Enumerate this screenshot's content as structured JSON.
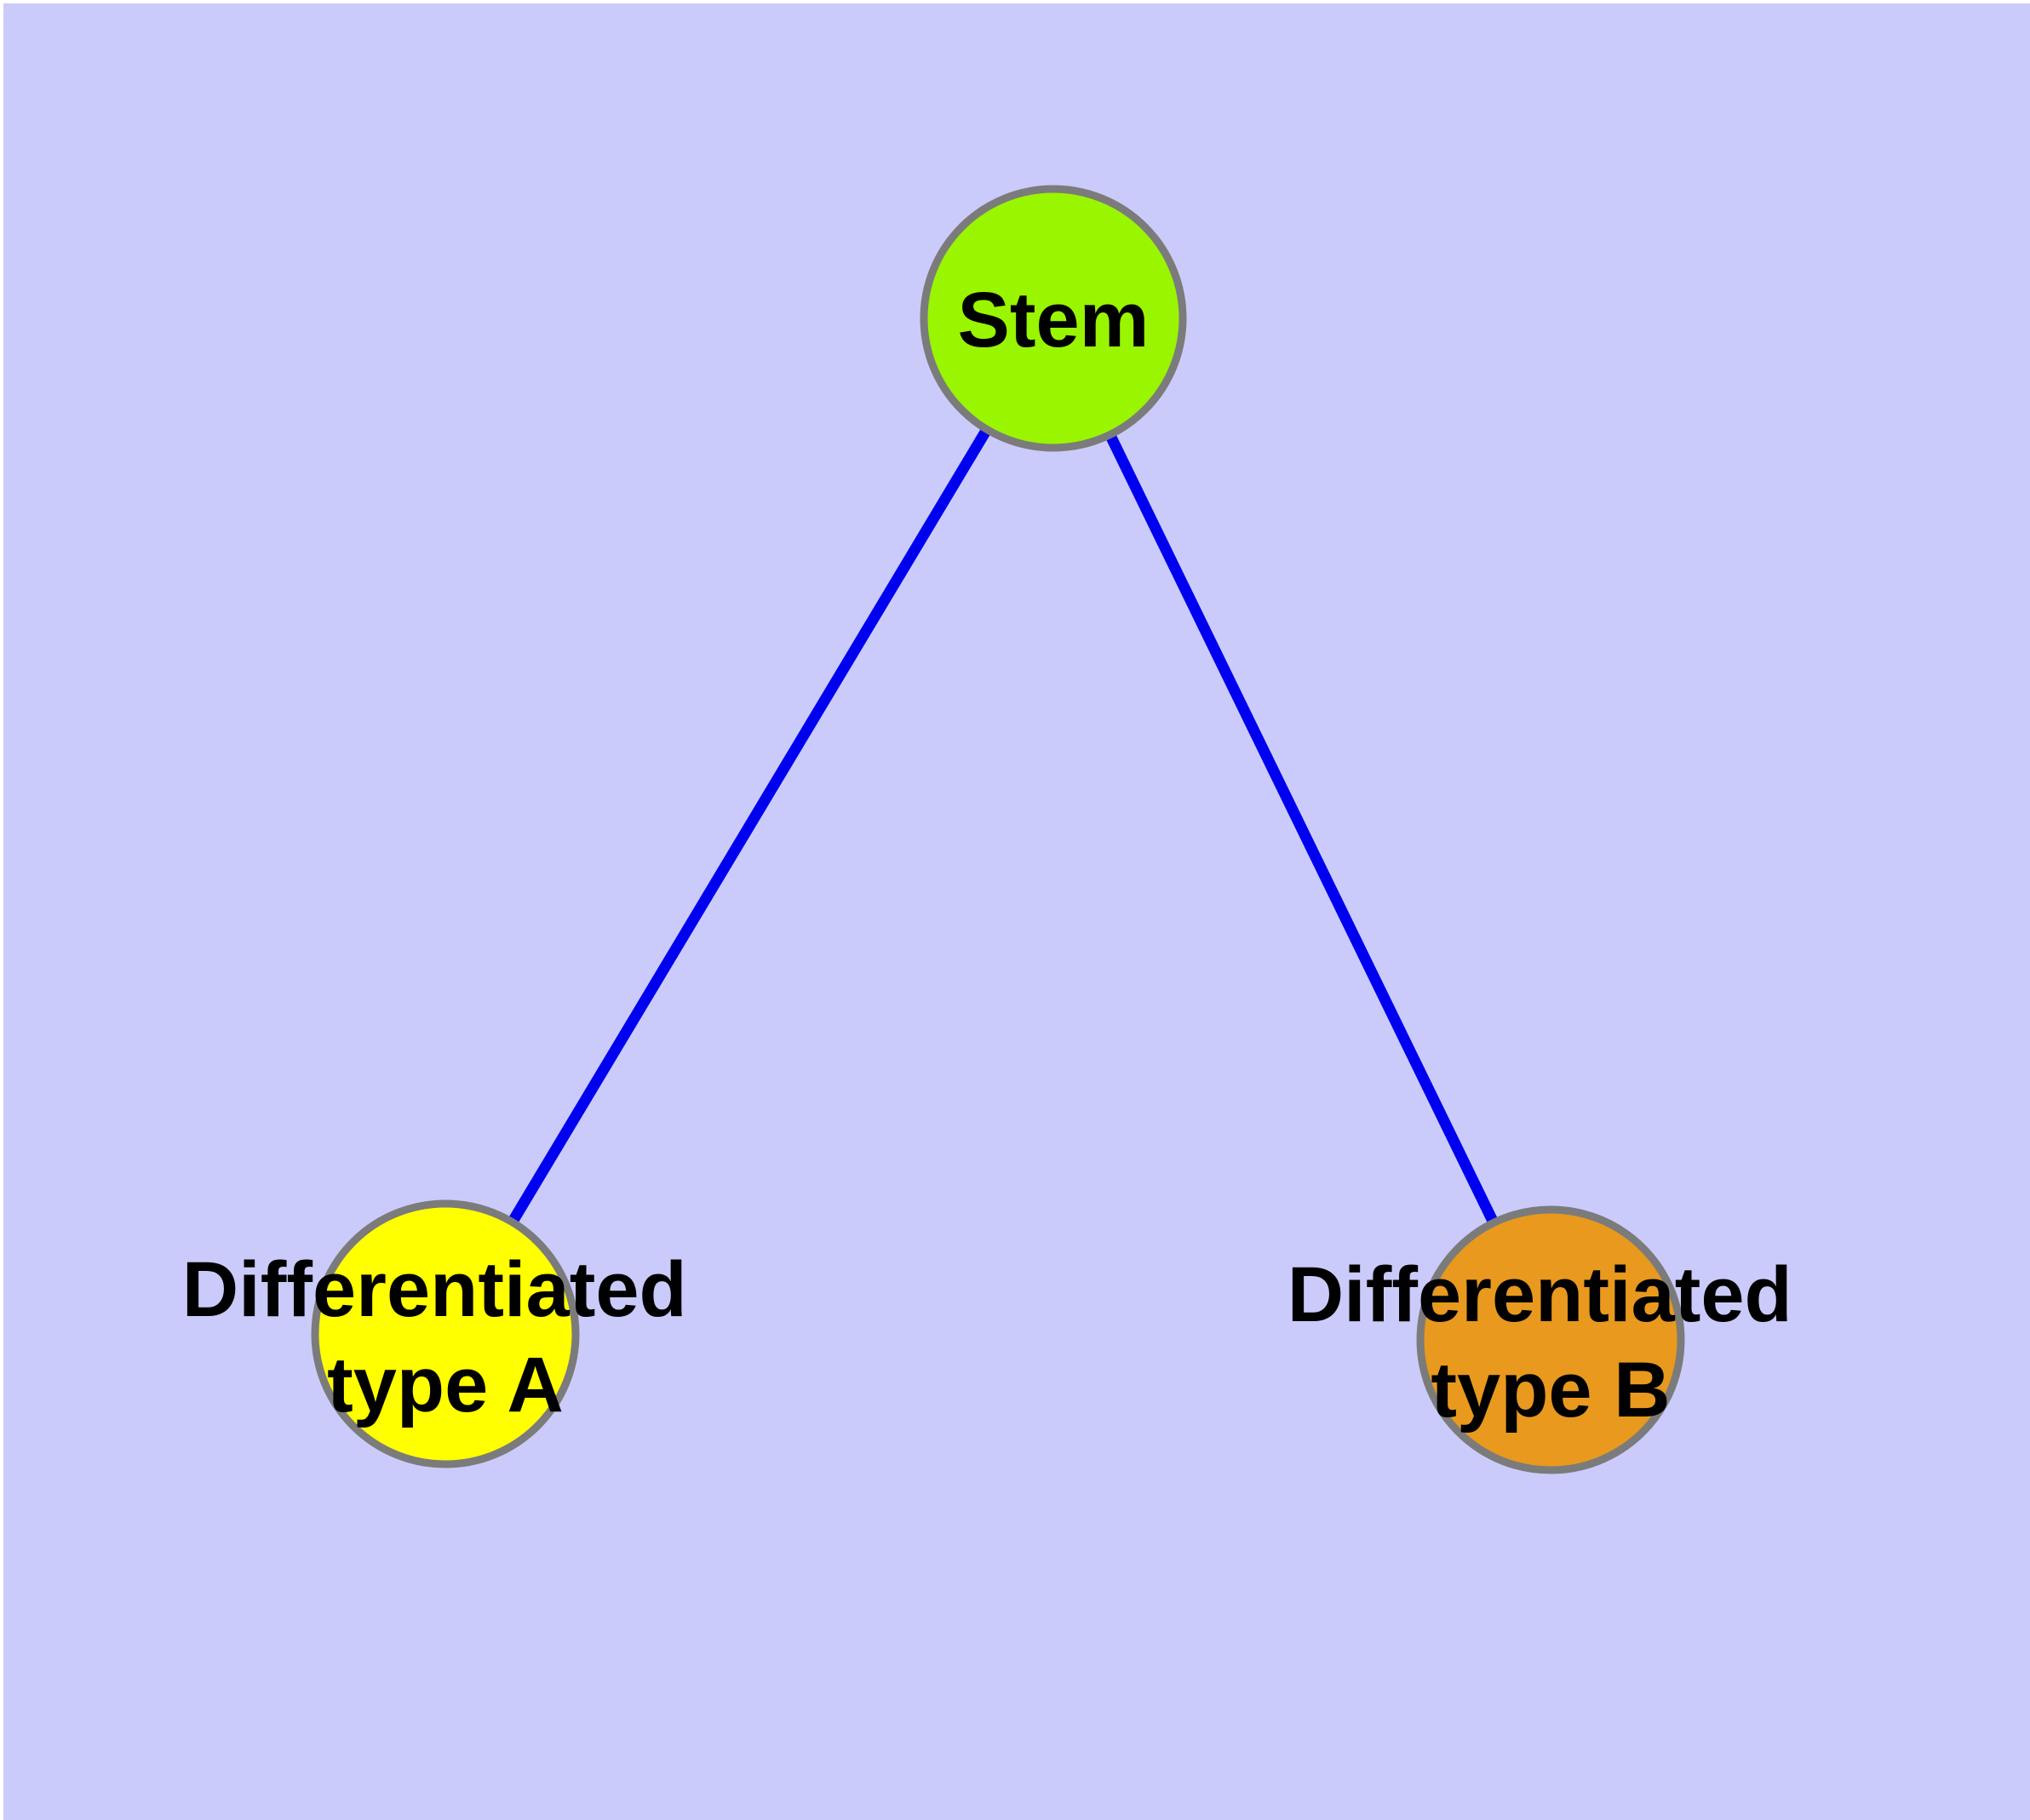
{
  "figure": {
    "description": "Stem cell differentiation graph: one stem node connected by two edges to two differentiated cell-type nodes",
    "background_color": "#CBCBFB",
    "text_color": "#000000",
    "edge_color": "#0000F0",
    "node_border_color": "#7B7B7B",
    "nodes": [
      {
        "id": "stem",
        "label": "Stem",
        "fill": "#99F500",
        "border": "#7B7B7B"
      },
      {
        "id": "differentiated-type-a",
        "label": "Differentiated type A",
        "line1": "Differentiated",
        "line2": "type A",
        "fill": "#FFFF00",
        "border": "#7B7B7B"
      },
      {
        "id": "differentiated-type-b",
        "label": "Differentiated type B",
        "line1": "Differentiated",
        "line2": "type B",
        "fill": "#E8991E",
        "border": "#7B7B7B"
      }
    ],
    "edges": [
      {
        "from": "stem",
        "to": "differentiated-type-a",
        "color": "#0000F0"
      },
      {
        "from": "stem",
        "to": "differentiated-type-b",
        "color": "#0000F0"
      }
    ]
  }
}
